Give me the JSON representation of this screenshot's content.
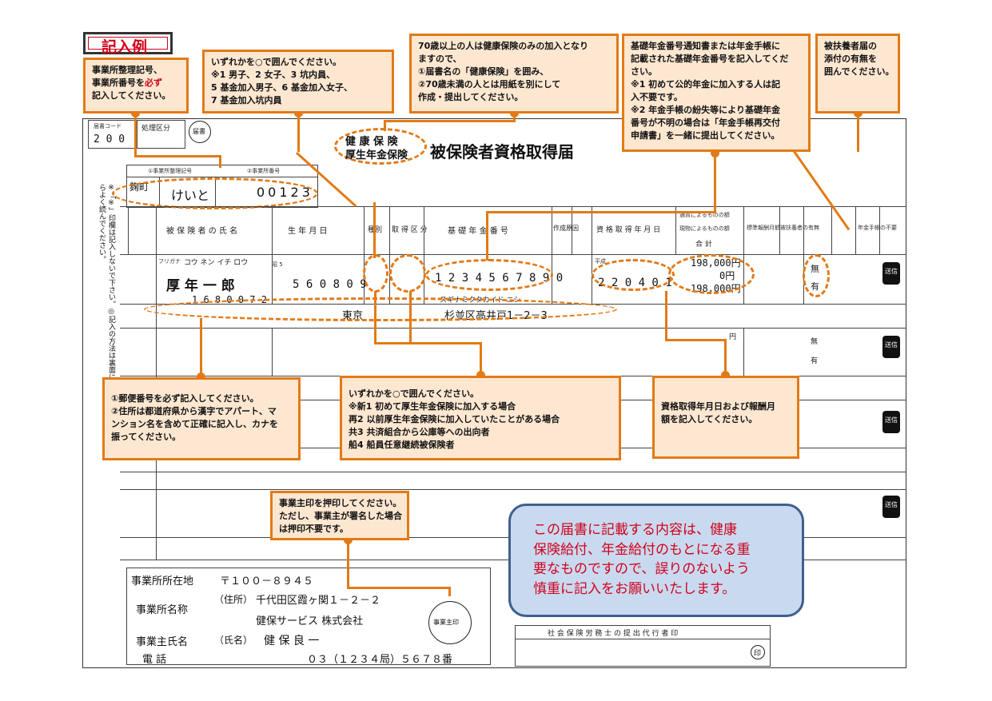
{
  "badge": {
    "example_label": "記入例"
  },
  "form": {
    "title_health": "健 康 保 険",
    "title_pension": "厚生年金保険",
    "title_main": "被保険者資格取得届",
    "header_code_label": "届書コード",
    "process_label": "処理区分",
    "doc_code": "2 0 0",
    "todoke": "届書",
    "office_code_label": "①事業所整理記号",
    "office_no_label": "②事業所番号",
    "office_code_kanji": "麹町",
    "office_code_kana": "けいと",
    "office_no": "00123",
    "col_insured_name": "被 保 険 者 の 氏 名",
    "col_birth": "生 年 月 日",
    "col_gender": "種別",
    "col_acquire": "取 得 区 分",
    "col_pension_no": "基 礎 年 金 番 号",
    "col_reason": "作成原因",
    "col_qual_date": "資 格 取 得 年 月 日",
    "col_remun_money": "通貨によるものの額",
    "col_remun_goods": "現物によるものの額",
    "col_total": "合 計",
    "col_std_remun": "標準報酬月額",
    "col_dependent": "被扶養者の有無",
    "col_attach": "年金手帳の不要",
    "furigana_label": "フリガナ",
    "furigana_value": "コウ ネン  イチ ロウ",
    "name_value": "厚 年 一 郎",
    "birth_value": "5 6 0 8 0 9",
    "pension_no_value": "1 2 3 4 5 6 7 8 9 0",
    "qual_date_value": "2 2 0 4 0 1",
    "money_value": "198,000円",
    "goods_value": "0円",
    "total_value": "198,000円",
    "muu": "無",
    "yuu": "有",
    "postal_value": "1 6 8 0 0 7 2",
    "address_kana": "スギナミクタカイド ニシ",
    "address_pref": "東京",
    "address_rest": "杉並区高井戸1－2－3",
    "yen": "円",
    "era_heisei": "平成",
    "showa_label": "昭 5",
    "side_note": "※「※」印欄は記入しないで下さい。◎記入の方法は裏面に書いてありますからよく読んでください。",
    "tab_label": "送信"
  },
  "callouts": {
    "c1": [
      "事業所整理記号、",
      "事業所番号を必ず",
      "記入してください。"
    ],
    "c2": [
      "いずれかを○で囲んでください。",
      "※1 男子、2 女子、3 坑内員、",
      "  5 基金加入男子、6 基金加入女子、",
      "  7 基金加入坑内員"
    ],
    "c3": [
      "70歳以上の人は健康保険のみの加入となり",
      "ますので、",
      "  ①届書名の「健康保険」を囲み、",
      "  ②70歳未満の人とは用紙を別にして",
      "作成・提出してください。"
    ],
    "c4": [
      "基礎年金番号通知書または年金手帳に",
      "記載された基礎年金番号を記入してくだ",
      "さい。",
      "※1 初めて公的年金に加入する人は記",
      "入不要です。",
      "※2 年金手帳の紛失等により基礎年金",
      "番号が不明の場合は「年金手帳再交付",
      "申請書」を一緒に提出してください。"
    ],
    "c5": [
      "被扶養者届の",
      "添付の有無を",
      "囲んでください。"
    ],
    "c6": [
      "①郵便番号を必ず記入してください。",
      "②住所は都道府県から漢字でアパート、マ",
      "ンション名を含めて正確に記入し、カナを",
      "振ってください。"
    ],
    "c7": [
      "いずれかを○で囲んでください。",
      "※新1 初めて厚生年金保険に加入する場合",
      "  再2 以前厚生年金保険に加入していたことがある場合",
      "  共3 共済組合から公庫等への出向者",
      "  船4 船員任意継続被保険者"
    ],
    "c8": [
      "資格取得年月日および報酬月",
      "額を記入してください。"
    ],
    "c9": [
      "事業主印を押印してください。",
      "ただし、事業主が署名した場合",
      "は押印不要です。"
    ]
  },
  "notice": [
    "この届書に記載する内容は、健康",
    "保険給付、年金給付のもとになる重",
    "要なものですので、誤りのないよう",
    "慎重に記入をお願いいたします。"
  ],
  "bottom": {
    "office_addr_label": "事業所所在地",
    "postal": "〒１００－８９４５",
    "addr_tag": "（住所）",
    "addr_value": "千代田区霞ヶ関１－２－２",
    "office_name_label": "事業所名称",
    "company": "健保サービス 株式会社",
    "owner_label": "事業主氏名",
    "name_tag": "（氏名）",
    "owner_name": "健 保 良 一",
    "tel_label": "電   話",
    "tel_value": "０３（１２３４局）５６７８番",
    "seal_label": "事業主印",
    "sharoushi": "社 会 保 険 労 務 士 の 提 出 代 行 者 印",
    "in_mark": "印"
  },
  "colors": {
    "accent": "#e37a16",
    "callout_bg": "#fde7d1",
    "notice_bg": "#c9daf0",
    "notice_text": "#d0021b"
  }
}
